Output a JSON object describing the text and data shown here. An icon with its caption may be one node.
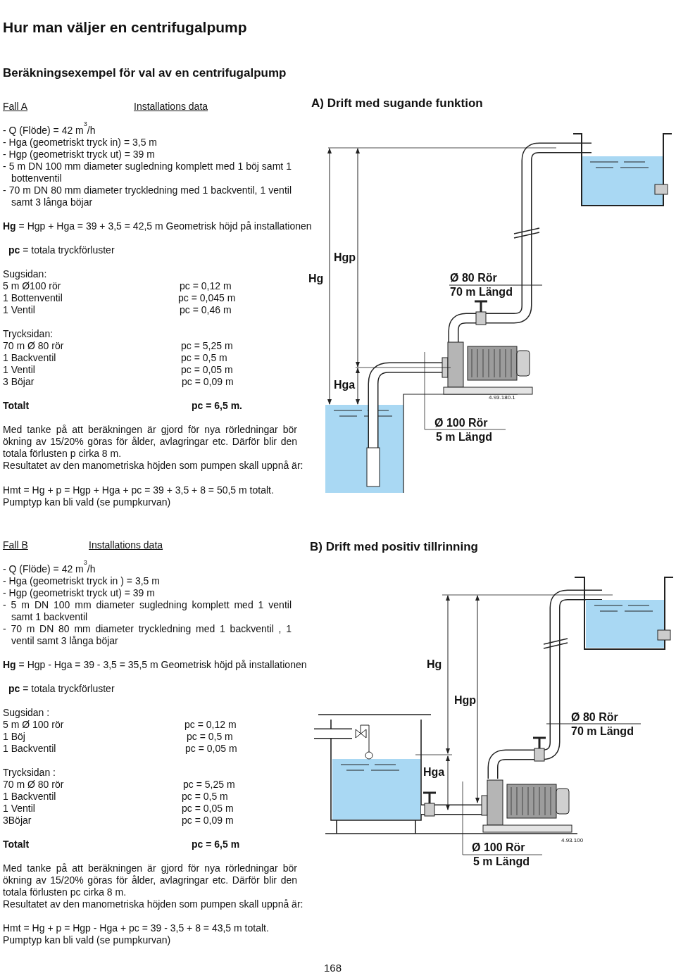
{
  "diagram": {
    "title": "Hur man väljer en centrifugalpump",
    "labels": [
      "Beräkningsexempel för val av en centrifugalpump",
      "Fall A",
      "Installations data",
      "A) Drift med sugande funktion",
      "- Q (Flöde) = 42 m$^{3}$/h",
      "- Hga (geometriskt tryck in) = 3,5 m",
      "- Hgp (geometriskt tryck ut) = 39 m",
      "- 5 m DN 100 mm diameter sugledning komplett med 1 böj samt 1 bottenventil",
      "- 70 m DN 80 mm diameter tryckledning med 1 backventil, 1 ventil samt 3 långa böjar",
      "**Hg** = Hgp + Hga = 39 + 3,5 = 42,5 m Geometrisk höjd på installationen",
      "**pc** = totala tryckförluster",
      "Sugsidan:",
      "5 m Ø100 rör",
      "pc = 0,12 m",
      "1 Bottenventil",
      "pc = 0,045 m",
      "1 Ventil",
      "pc = 0,46 m",
      "Trycksidan:",
      "70 m Ø 80 rör",
      "pc = 5,25 m",
      "1 Backventil",
      "pc = 0,5 m",
      "1 Ventil",
      "pc = 0,05 m",
      "3 Böjar",
      "pc = 0,09 m",
      "Totalt",
      "pc = 6,5 m.",
      "Med tanke på att beräkningen är gjord för nya rörledningar bör ökning av 15/20% göras för ålder, avlagringar etc. Därför blir den totala förlusten p cirka 8 m.",
      "Resultatet av den manometriska höjden som pumpen skall uppnå är:",
      "Hmt = Hg + p = Hgp + Hga + pc = 39 + 3,5 + 8 = 50,5 m totalt.",
      "Pumptyp kan bli vald (se pumpkurvan)",
      "Hgp",
      "Hg",
      "Ø 80 Rör",
      "70 m Längd",
      "Hga",
      "4.93.180.1",
      "Ø 100 Rör",
      "5 m Längd",
      "Fall B",
      "Installations data",
      "B) Drift med positiv tillrinning",
      "- Q (Flöde) = 42 m$^{3}$/h",
      "- Hga (geometriskt tryck in ) = 3,5 m",
      "- Hgp (geometriskt tryck ut) = 39 m",
      "- 5 m DN 100 mm diameter sugledning komplett med 1 ventil samt 1 backventil",
      "- 70 m DN 80 mm diameter tryckledning med 1 backventil , 1 ventil samt 3 långa böjar",
      "**Hg** = Hgp - Hga = 39 - 3,5 = 35,5 m Geometrisk höjd på installationen",
      "**pc** = totala tryckförluster",
      "Sugsidan :",
      "5 m Ø 100 rör",
      "pc = 0,12 m",
      "1 Böj",
      "pc = 0,5 m",
      "1 Backventil",
      "pc = 0,05 m",
      "Trycksidan :",
      "70 m Ø 80 rör",
      "pc = 5,25 m",
      "1 Backventil",
      "pc = 0,5 m",
      "1 Ventil",
      "pc = 0,05 m",
      "3Böjar",
      "pc = 0,09 m",
      "Totalt",
      "pc = 6,5 m",
      "Med tanke på att beräkningen är gjord för nya rörledningar bör ökning av 15/20% göras för ålder, avlagringar etc. Därför blir den totala förlusten pc cirka 8 m.",
      "Resultatet av den manometriska höjden som pumpen skall uppnå är:",
      "Hmt = Hg + p = Hgp - Hga + pc = 39 - 3,5 + 8 = 43,5 m totalt.",
      "Pumptyp kan bli vald (se pumpkurvan)",
      "Hg",
      "Hgp",
      "Ø 80 Rör",
      "70 m Längd",
      "Hga",
      "4.93.100",
      "Ø 100 Rör",
      "5 m Längd",
      "168"
    ]
  }
}
